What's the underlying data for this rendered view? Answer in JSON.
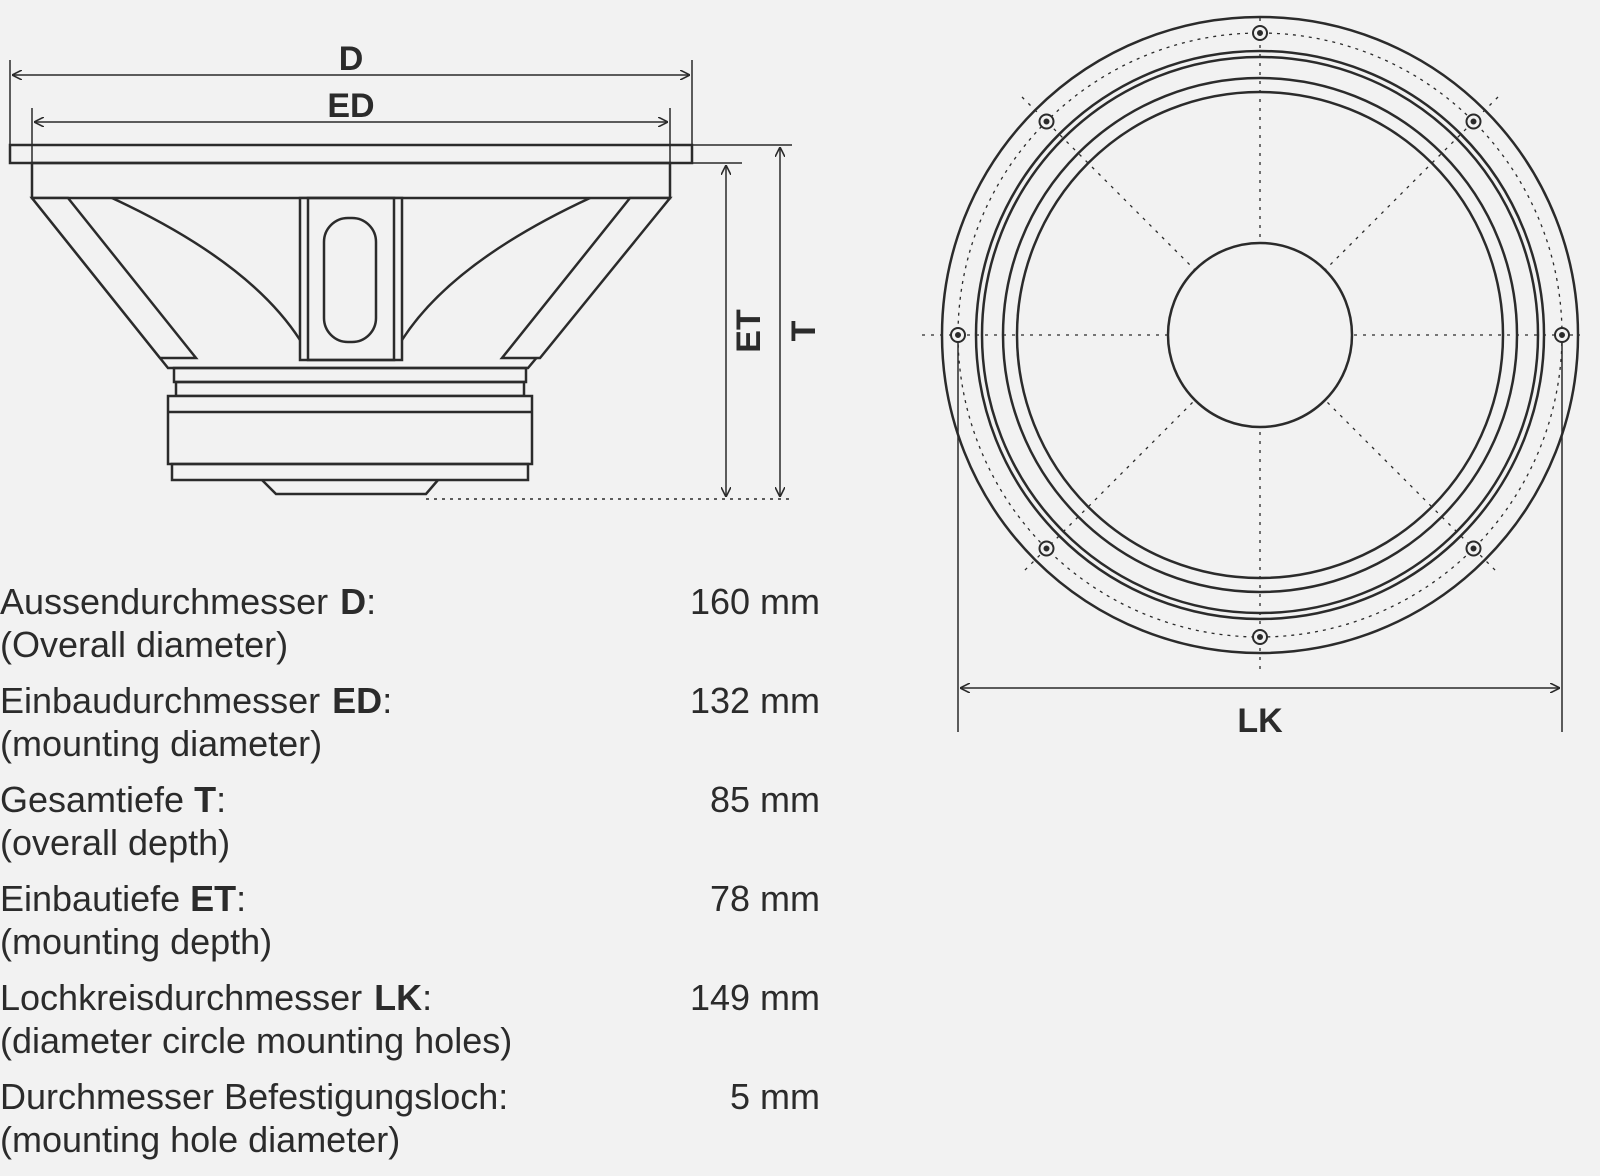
{
  "dimensions": {
    "D": "D",
    "ED": "ED",
    "T": "T",
    "ET": "ET",
    "LK": "LK"
  },
  "specs": [
    {
      "label": "Aussendurchmesser",
      "symbol": "D",
      "suffix": ":",
      "english": "(Overall diameter)",
      "value": "160 mm"
    },
    {
      "label": "Einbaudurchmesser",
      "symbol": "ED",
      "suffix": ":",
      "english": "(mounting diameter)",
      "value": "132 mm"
    },
    {
      "label": "Gesamtiefe",
      "symbol": "T",
      "suffix": ":",
      "english": "(overall depth)",
      "value": "85 mm"
    },
    {
      "label": "Einbautiefe",
      "symbol": "ET",
      "suffix": ":",
      "english": "(mounting depth)",
      "value": "78 mm"
    },
    {
      "label": "Lochkreisdurchmesser",
      "symbol": "LK",
      "suffix": ":",
      "english": "(diameter circle mounting holes)",
      "value": "149 mm"
    },
    {
      "label": "Durchmesser Befestigungsloch:",
      "symbol": "",
      "suffix": "",
      "english": "(mounting hole diameter)",
      "value": "5 mm"
    }
  ],
  "colors": {
    "line": "#2b2b2b",
    "background": "#f2f2f2"
  }
}
